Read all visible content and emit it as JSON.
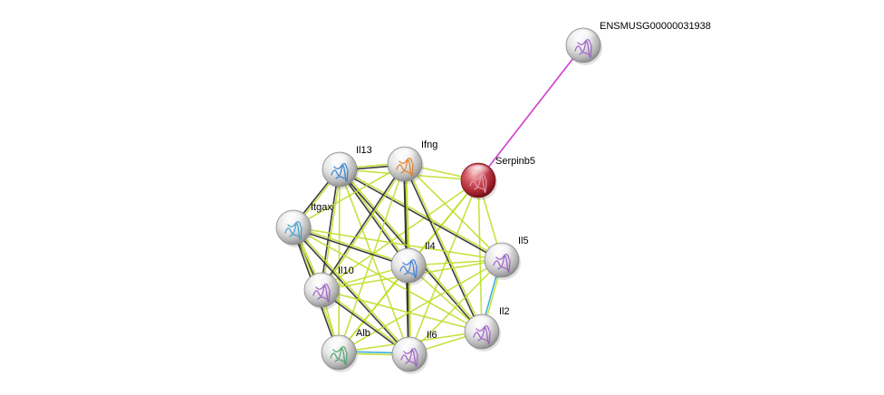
{
  "network": {
    "nodes": [
      {
        "id": "ENSMUSG00000031938",
        "label": "ENSMUSG00000031938",
        "highlight": false,
        "structure_color": "#9b59c9"
      },
      {
        "id": "Serpinb5",
        "label": "Serpinb5",
        "highlight": true,
        "structure_color": "#c0392b"
      },
      {
        "id": "Il13",
        "label": "Il13",
        "highlight": false,
        "structure_color": "#2f7fd0"
      },
      {
        "id": "Ifng",
        "label": "Ifng",
        "highlight": false,
        "structure_color": "#e07a22"
      },
      {
        "id": "Itgax",
        "label": "Itgax",
        "highlight": false,
        "structure_color": "#3aa0c8"
      },
      {
        "id": "Il4",
        "label": "Il4",
        "highlight": false,
        "structure_color": "#3a7ad8"
      },
      {
        "id": "Il5",
        "label": "Il5",
        "highlight": false,
        "structure_color": "#9b59c9"
      },
      {
        "id": "Il10",
        "label": "Il10",
        "highlight": false,
        "structure_color": "#9b59c9"
      },
      {
        "id": "Il2",
        "label": "Il2",
        "highlight": false,
        "structure_color": "#9b59c9"
      },
      {
        "id": "Alb",
        "label": "Alb",
        "highlight": false,
        "structure_color": "#4aa068"
      },
      {
        "id": "Il6",
        "label": "Il6",
        "highlight": false,
        "structure_color": "#9b59c9"
      }
    ],
    "edge_colors": {
      "text_mining": "#bbdd22",
      "coexpression": "#333333",
      "database": "#33aadd",
      "experimental": "#cc33cc"
    },
    "edges": [
      {
        "source": "ENSMUSG00000031938",
        "target": "Serpinb5",
        "types": [
          "experimental"
        ]
      },
      {
        "source": "Serpinb5",
        "target": "Il13",
        "types": [
          "text_mining"
        ]
      },
      {
        "source": "Serpinb5",
        "target": "Ifng",
        "types": [
          "text_mining"
        ]
      },
      {
        "source": "Serpinb5",
        "target": "Il4",
        "types": [
          "text_mining"
        ]
      },
      {
        "source": "Serpinb5",
        "target": "Il5",
        "types": [
          "text_mining"
        ]
      },
      {
        "source": "Serpinb5",
        "target": "Il10",
        "types": [
          "text_mining"
        ]
      },
      {
        "source": "Serpinb5",
        "target": "Il2",
        "types": [
          "text_mining"
        ]
      },
      {
        "source": "Serpinb5",
        "target": "Il6",
        "types": [
          "text_mining"
        ]
      },
      {
        "source": "Serpinb5",
        "target": "Alb",
        "types": [
          "text_mining"
        ]
      },
      {
        "source": "Il13",
        "target": "Ifng",
        "types": [
          "text_mining",
          "coexpression"
        ]
      },
      {
        "source": "Il13",
        "target": "Itgax",
        "types": [
          "text_mining",
          "coexpression"
        ]
      },
      {
        "source": "Il13",
        "target": "Il4",
        "types": [
          "text_mining",
          "coexpression"
        ]
      },
      {
        "source": "Il13",
        "target": "Il5",
        "types": [
          "text_mining",
          "coexpression"
        ]
      },
      {
        "source": "Il13",
        "target": "Il10",
        "types": [
          "text_mining",
          "coexpression"
        ]
      },
      {
        "source": "Il13",
        "target": "Il2",
        "types": [
          "text_mining",
          "coexpression"
        ]
      },
      {
        "source": "Il13",
        "target": "Il6",
        "types": [
          "text_mining"
        ]
      },
      {
        "source": "Il13",
        "target": "Alb",
        "types": [
          "text_mining"
        ]
      },
      {
        "source": "Ifng",
        "target": "Itgax",
        "types": [
          "text_mining"
        ]
      },
      {
        "source": "Ifng",
        "target": "Il4",
        "types": [
          "text_mining",
          "coexpression"
        ]
      },
      {
        "source": "Ifng",
        "target": "Il5",
        "types": [
          "text_mining"
        ]
      },
      {
        "source": "Ifng",
        "target": "Il10",
        "types": [
          "text_mining",
          "coexpression"
        ]
      },
      {
        "source": "Ifng",
        "target": "Il2",
        "types": [
          "text_mining",
          "coexpression"
        ]
      },
      {
        "source": "Ifng",
        "target": "Il6",
        "types": [
          "text_mining",
          "coexpression"
        ]
      },
      {
        "source": "Ifng",
        "target": "Alb",
        "types": [
          "text_mining"
        ]
      },
      {
        "source": "Itgax",
        "target": "Il4",
        "types": [
          "text_mining",
          "coexpression"
        ]
      },
      {
        "source": "Itgax",
        "target": "Il5",
        "types": [
          "text_mining"
        ]
      },
      {
        "source": "Itgax",
        "target": "Il10",
        "types": [
          "text_mining",
          "coexpression"
        ]
      },
      {
        "source": "Itgax",
        "target": "Il2",
        "types": [
          "text_mining"
        ]
      },
      {
        "source": "Itgax",
        "target": "Il6",
        "types": [
          "text_mining",
          "coexpression"
        ]
      },
      {
        "source": "Itgax",
        "target": "Alb",
        "types": [
          "text_mining",
          "coexpression"
        ]
      },
      {
        "source": "Il4",
        "target": "Il5",
        "types": [
          "text_mining"
        ]
      },
      {
        "source": "Il4",
        "target": "Il10",
        "types": [
          "text_mining"
        ]
      },
      {
        "source": "Il4",
        "target": "Il2",
        "types": [
          "text_mining"
        ]
      },
      {
        "source": "Il4",
        "target": "Il6",
        "types": [
          "text_mining",
          "coexpression"
        ]
      },
      {
        "source": "Il4",
        "target": "Alb",
        "types": [
          "text_mining"
        ]
      },
      {
        "source": "Il5",
        "target": "Il10",
        "types": [
          "text_mining"
        ]
      },
      {
        "source": "Il5",
        "target": "Il2",
        "types": [
          "text_mining",
          "database"
        ]
      },
      {
        "source": "Il5",
        "target": "Il6",
        "types": [
          "text_mining"
        ]
      },
      {
        "source": "Il5",
        "target": "Alb",
        "types": [
          "text_mining"
        ]
      },
      {
        "source": "Il10",
        "target": "Il2",
        "types": [
          "text_mining"
        ]
      },
      {
        "source": "Il10",
        "target": "Il6",
        "types": [
          "text_mining",
          "coexpression"
        ]
      },
      {
        "source": "Il10",
        "target": "Alb",
        "types": [
          "text_mining"
        ]
      },
      {
        "source": "Il2",
        "target": "Il6",
        "types": [
          "text_mining"
        ]
      },
      {
        "source": "Il2",
        "target": "Alb",
        "types": [
          "text_mining"
        ]
      },
      {
        "source": "Il6",
        "target": "Alb",
        "types": [
          "text_mining",
          "database"
        ]
      }
    ]
  }
}
